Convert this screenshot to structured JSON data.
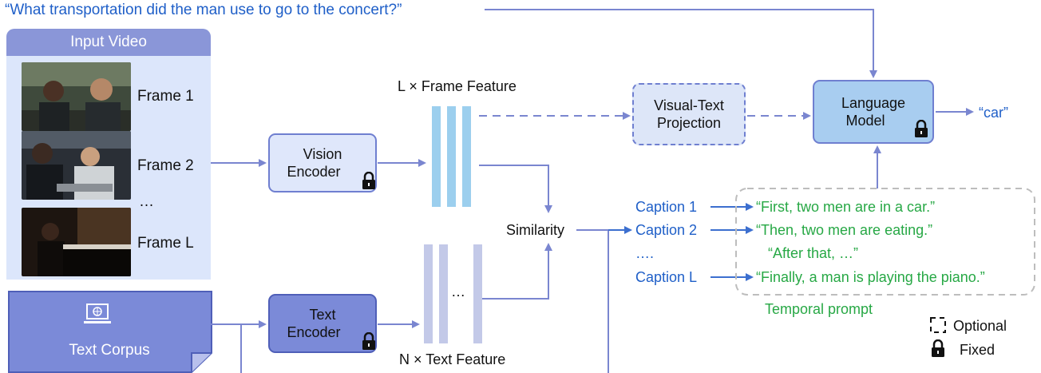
{
  "question": "“What transportation did the man use to go to the concert?”",
  "input_video": {
    "title": "Input Video",
    "frames": [
      "Frame 1",
      "Frame 2",
      "Frame L"
    ],
    "ellipsis": "…"
  },
  "vision_encoder": {
    "line1": "Vision",
    "line2": "Encoder"
  },
  "frame_feature_label": "L × Frame Feature",
  "visual_text_projection": {
    "line1": "Visual-Text",
    "line2": "Projection"
  },
  "language_model": {
    "line1": "Language",
    "line2": "Model"
  },
  "answer": "“car”",
  "similarity": "Similarity",
  "text_corpus": "Text Corpus",
  "text_encoder": {
    "line1": "Text",
    "line2": "Encoder"
  },
  "text_feature_label": "N × Text Feature",
  "text_feature_ellipsis": "…",
  "captions": [
    "Caption 1",
    "Caption 2",
    "….",
    "Caption L"
  ],
  "temporal_sentences": [
    "“First, two men are in a car.”",
    "“Then, two men are eating.”",
    "“After that, …”",
    "“Finally, a man is playing the piano.”"
  ],
  "temporal_prompt_label": "Temporal prompt",
  "legend": {
    "optional": "Optional",
    "fixed": "Fixed"
  },
  "colors": {
    "arrow": "#7a86d0",
    "caption_arrow": "#3c6fcf",
    "blue_text": "#1f5fc8",
    "green_text": "#27a845",
    "frame_feature_bar": "#9ccfee",
    "text_feature_bar": "#c3c9e8",
    "text_encoder": "#7b8ad8",
    "language_model": "#a8cdf0"
  }
}
